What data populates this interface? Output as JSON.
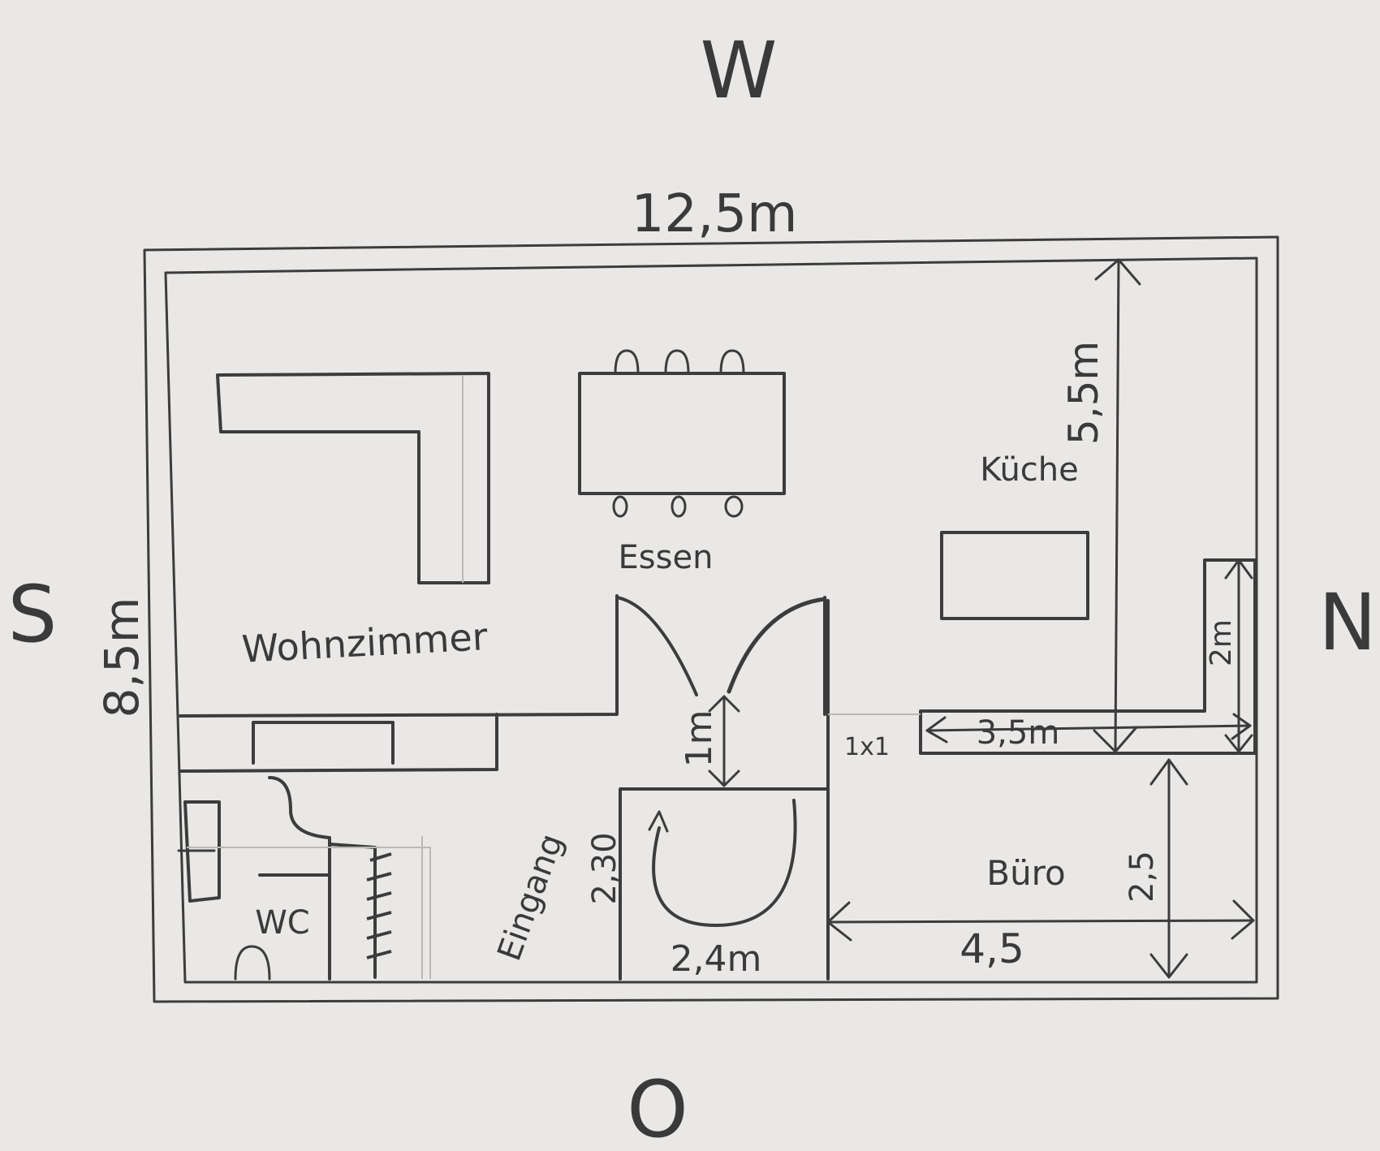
{
  "compass": {
    "north": "N",
    "south": "S",
    "west": "W",
    "east": "O"
  },
  "dimensions": {
    "total_width": "12,5m",
    "total_height": "8,5m",
    "kitchen_height": "5,5m",
    "kitchen_counter": "3,5m",
    "kitchen_side": "2m",
    "door_depth": "1m",
    "small_square": "1x1",
    "entrance_height": "2,30",
    "entrance_width": "2,4m",
    "office_width": "4,5",
    "office_height": "2,5"
  },
  "rooms": {
    "living": "Wohnzimmer",
    "dining": "Essen",
    "kitchen": "Küche",
    "office": "Büro",
    "entrance": "Eingang",
    "wc": "WC"
  }
}
